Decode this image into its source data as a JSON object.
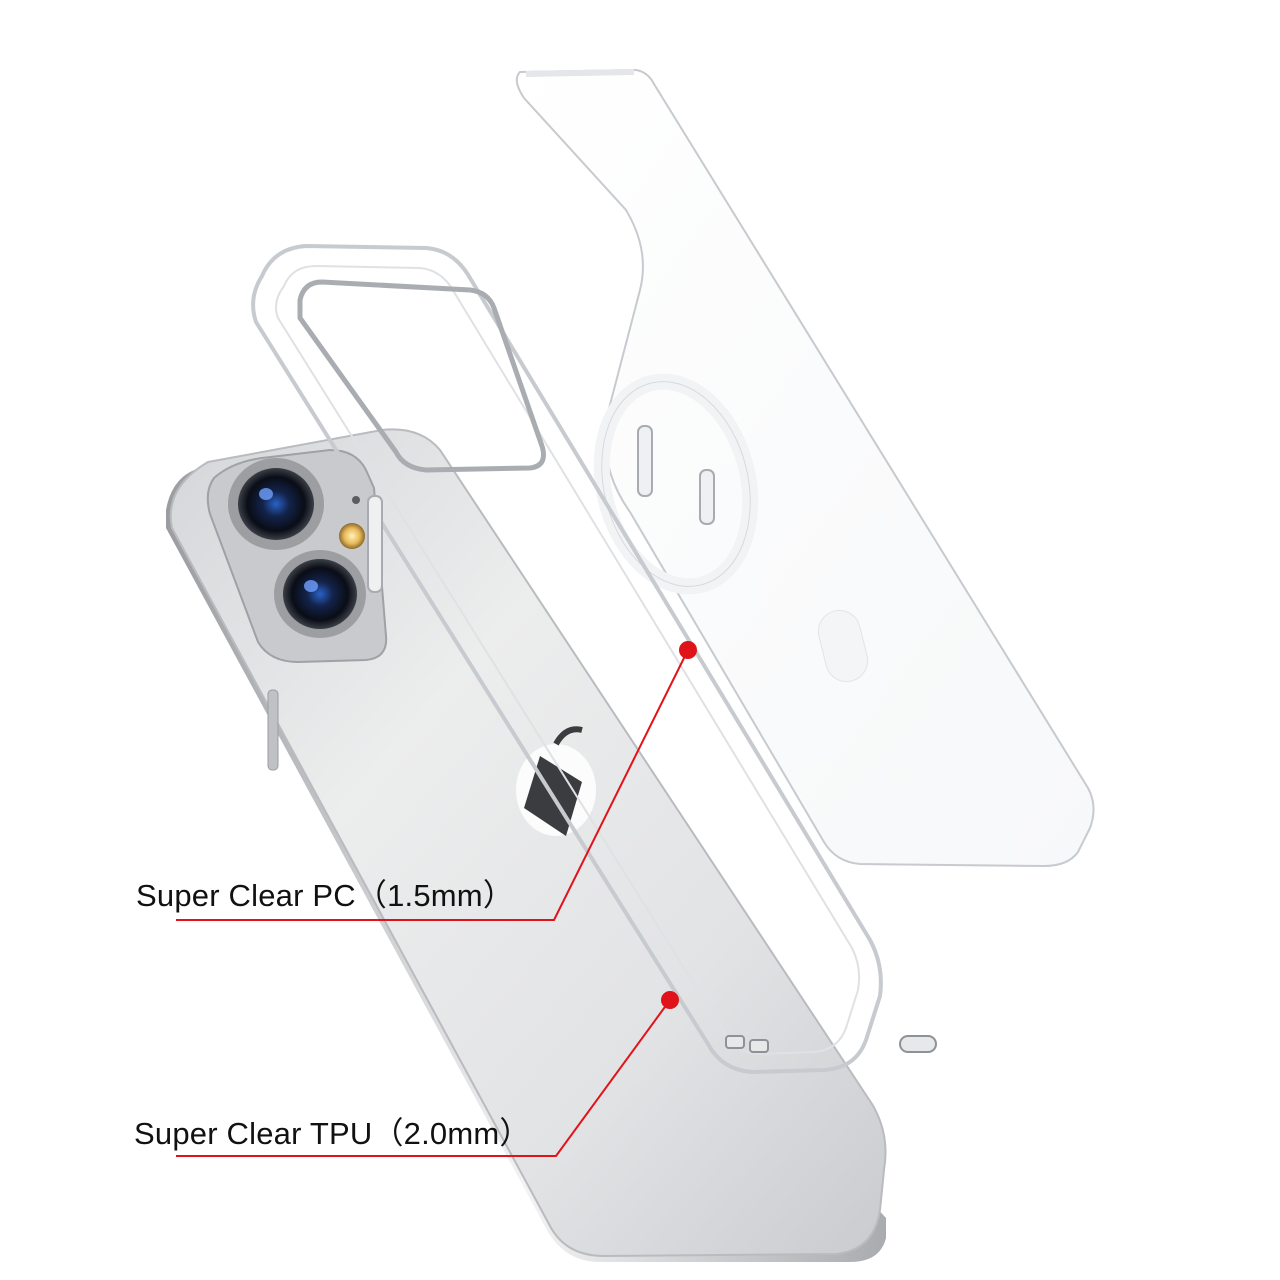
{
  "callouts": {
    "pc_label": "Super Clear PC（1.5mm）",
    "tpu_label": "Super Clear TPU（2.0mm）"
  },
  "colors": {
    "accent": "#e0131a",
    "background": "#ffffff"
  },
  "icons": {
    "phone": "silver-phone-illustration",
    "tpu_frame": "clear-tpu-bumper-frame",
    "pc_back": "clear-pc-back-plate",
    "magsafe_ring": "magnetic-ring"
  }
}
